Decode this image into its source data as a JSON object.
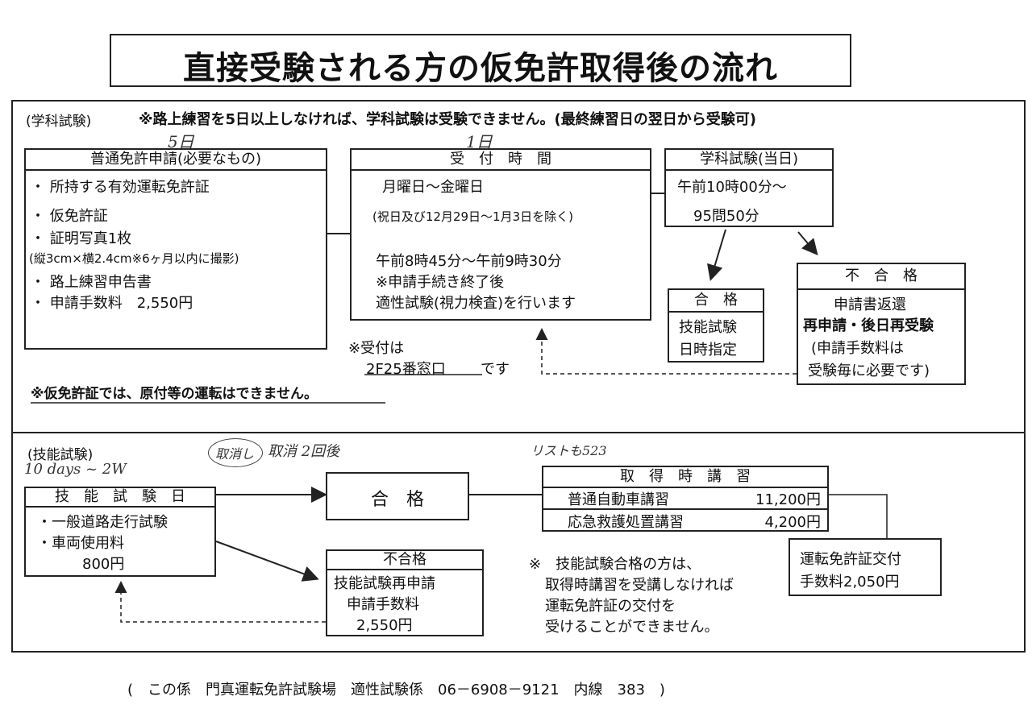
{
  "title": "直接受験される方の仮免許取得後の流れ",
  "section1": {
    "label": "(学科試験)",
    "note": "※路上練習を5日以上しなければ、学科試験は受験できません。(最終練習日の翌日から受験可)",
    "handwritten_5": "5日",
    "handwritten_1": "1日",
    "requirements": {
      "header": "普通免許申請(必要なもの)",
      "items": [
        "・ 所持する有効運転免許証",
        "・ 仮免許証",
        "・ 証明写真1枚",
        "(縦3cm×横2.4cm※6ヶ月以内に撮影)",
        "・ 路上練習申告書",
        "・ 申請手数料　2,550円"
      ]
    },
    "reception": {
      "header": "受　付　時　間",
      "days": "月曜日～金曜日",
      "exclusion": "(祝日及び12月29日～1月3日を除く)",
      "time": "午前8時45分～午前9時30分",
      "note1": "※申請手続き終了後",
      "note2": "適性試験(視力検査)を行います"
    },
    "exam_day": {
      "header": "学科試験(当日)",
      "line1": "午前10時00分～",
      "line2": "95問50分"
    },
    "pass": {
      "header": "合　格",
      "line1": "技能試験",
      "line2": "日時指定"
    },
    "fail": {
      "header": "不　合　格",
      "line1": "申請書返還",
      "line2": "再申請・後日再受験",
      "line3": "(申請手数料は",
      "line4": "受験毎に必要です)"
    },
    "window_note1": "※受付は",
    "window_note2": "2F25番窓口",
    "window_note3": "です",
    "warning": "※仮免許証では、原付等の運転はできません。"
  },
  "section2": {
    "label": "(技能試験)",
    "handwritten_wait": "10 days ~ 2W",
    "handwritten_circle": "取消し",
    "handwritten_note": "取消 2回後",
    "handwritten_note2": "リストも523",
    "skill_test": {
      "header": "技　能　試　験　日",
      "line1": "・一般道路走行試験",
      "line2": "・車両使用料",
      "line3": "800円"
    },
    "pass_label": "合　格",
    "fail": {
      "header": "不合格",
      "line1": "技能試験再申請",
      "line2": "申請手数料",
      "line3": "2,550円"
    },
    "courses": {
      "header": "取　得　時　講　習",
      "rows": [
        {
          "name": "普通自動車講習",
          "fee": "11,200円"
        },
        {
          "name": "応急救護処置講習",
          "fee": "4,200円"
        }
      ]
    },
    "notice": [
      "※　技能試験合格の方は、",
      "取得時講習を受講しなければ",
      "運転免許証の交付を",
      "受けることができません。"
    ],
    "license": {
      "line1": "運転免許証交付",
      "line2": "手数料2,050円"
    }
  },
  "footer": "(　この係　門真運転免許試験場　適性試験係　06－6908－9121　内線　383　)"
}
